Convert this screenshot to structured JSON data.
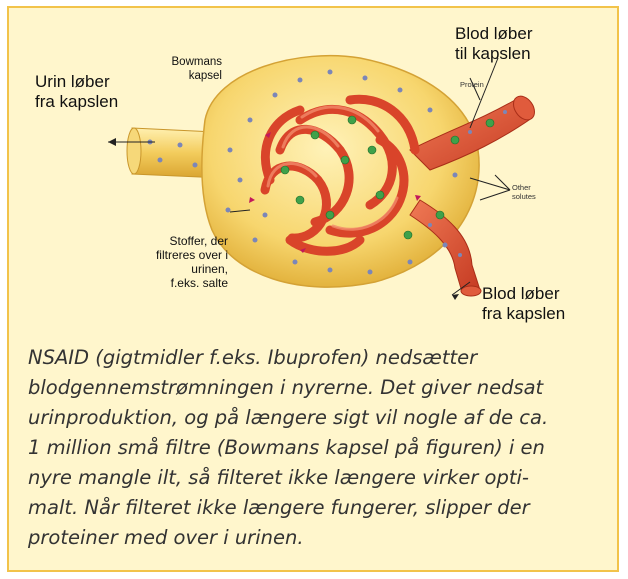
{
  "figure": {
    "labels": {
      "urine_out": [
        "Urin løber",
        "fra kapslen"
      ],
      "bowman": [
        "Bowmans",
        "kapsel"
      ],
      "blood_in": [
        "Blod løber",
        "til kapslen"
      ],
      "blood_out": [
        "Blod løber",
        "fra kapslen"
      ],
      "filtered": [
        "Stoffer, der",
        "filtreres over i",
        "urinen,",
        "f.eks. salte"
      ],
      "protein": "Protein",
      "other_solutes": [
        "Other",
        "solutes"
      ]
    }
  },
  "caption": [
    "NSAID (gigtmidler f.eks. Ibuprofen) nedsætter",
    "blodgennemstrømningen i nyrerne. Det giver nedsat",
    "urinproduktion, og på længere sigt vil nogle af de ca.",
    "1 million små filtre (Bowmans kapsel på figuren) i en",
    "nyre mangle ilt, så filteret ikke længere virker opti-",
    "malt. Når filteret ikke længere fungerer, slipper der",
    "proteiner med over i urinen."
  ]
}
